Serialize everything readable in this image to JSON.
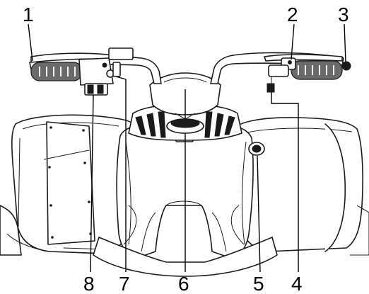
{
  "callouts": [
    {
      "id": "1",
      "label": "1"
    },
    {
      "id": "2",
      "label": "2"
    },
    {
      "id": "3",
      "label": "3"
    },
    {
      "id": "4",
      "label": "4"
    },
    {
      "id": "5",
      "label": "5"
    },
    {
      "id": "6",
      "label": "6"
    },
    {
      "id": "7",
      "label": "7"
    },
    {
      "id": "8",
      "label": "8"
    }
  ],
  "colors": {
    "ink": "#1a1a1a",
    "grip": "#6a6a6a",
    "background": "#ffffff"
  }
}
